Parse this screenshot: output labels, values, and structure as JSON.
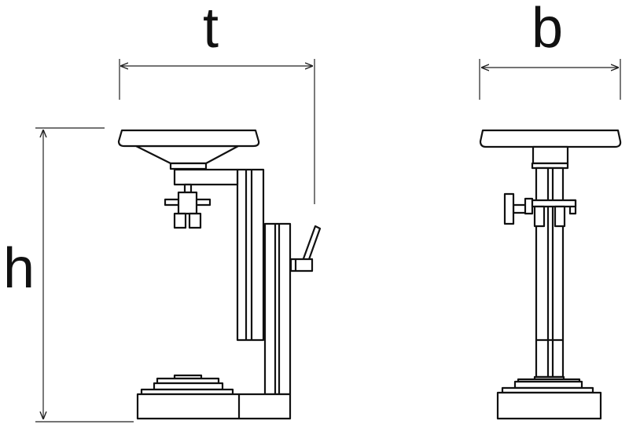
{
  "labels": {
    "depth": "t",
    "width": "b",
    "height": "h"
  },
  "colors": {
    "line": "#111111",
    "background": "#ffffff"
  }
}
